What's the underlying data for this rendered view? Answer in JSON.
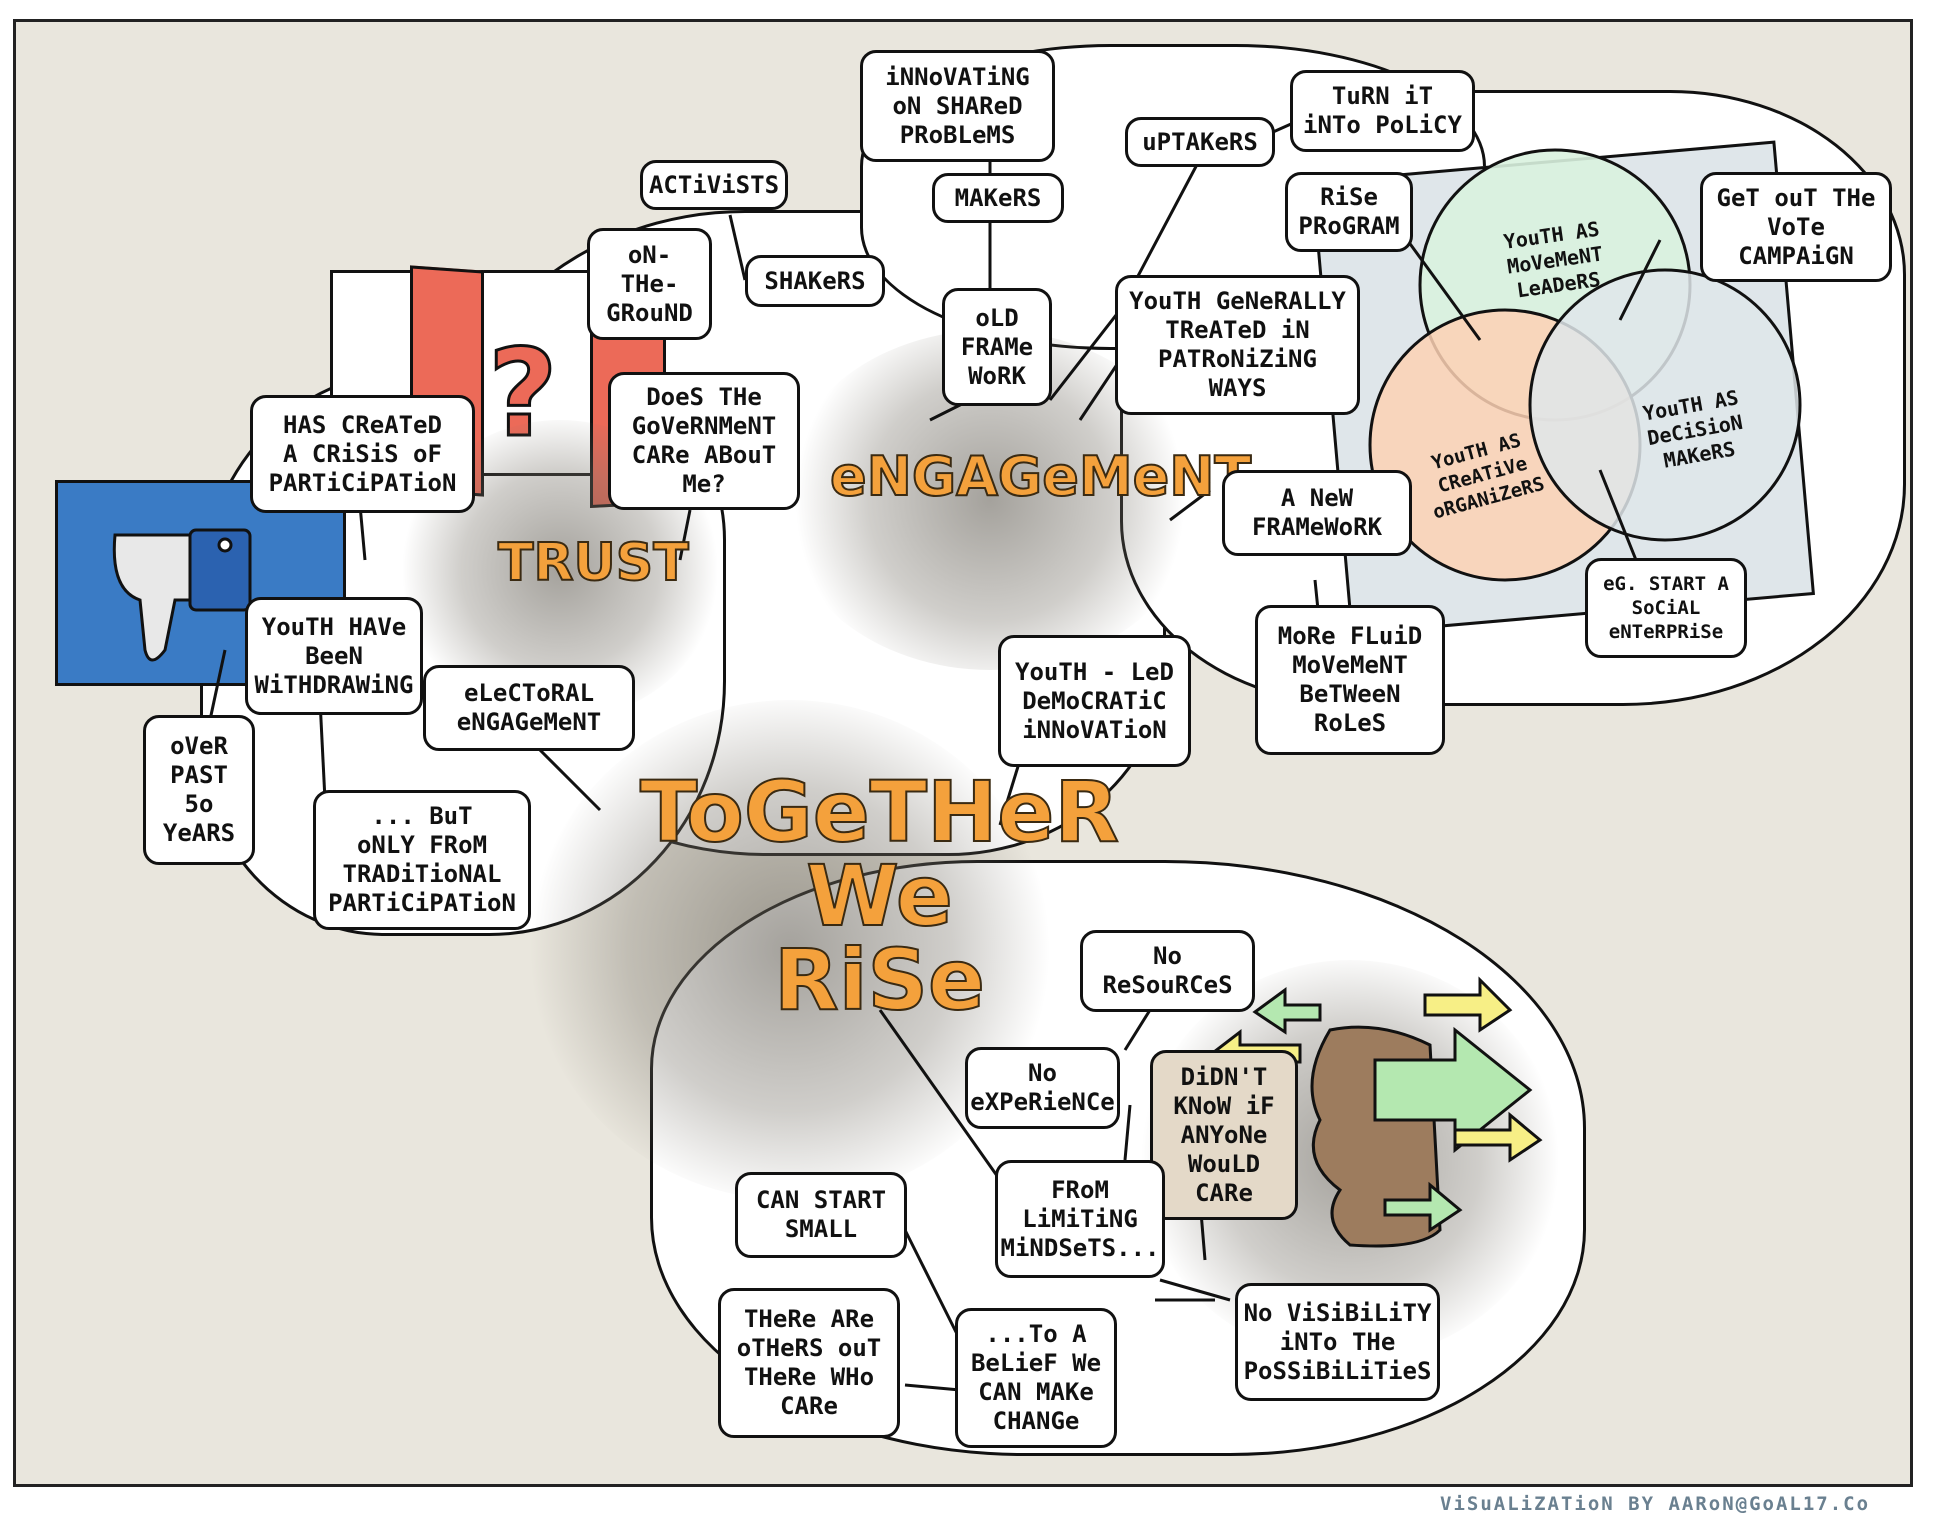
{
  "colors": {
    "background": "#e9e6dd",
    "title_fill": "#f4a13c",
    "flag_red": "#ec6a58",
    "thumbs_blue": "#3a7bc5",
    "venn_green": "#d9f2df",
    "venn_orange": "#fdd1b4",
    "venn_gray": "#dfe6ea",
    "arrow_yellow": "#f7ef86",
    "arrow_green": "#b4e8b0",
    "head_brown": "#9d7c5e"
  },
  "headings": {
    "trust": "TRUST",
    "engagement": "eNGAGeMeNT",
    "together": "ToGeTHeR\nWe\nRiSe"
  },
  "icons": {
    "question_mark": "?"
  },
  "bubbles": {
    "has_created_crisis": "HAS CReATeD\nA CRiSiS oF\nPARTiCiPATioN",
    "youth_withdrawing": "YouTH HAVe\nBeeN\nWiTHDRAWiNG",
    "over_past_50": "oVeR\nPAST\n5o\nYeARS",
    "but_only_traditional": "... BuT\noNLY FRoM\nTRADiTioNAL\nPARTiCiPATioN",
    "electoral_engagement": "eLeCToRAL\neNGAGeMeNT",
    "government_care": "DoeS THe\nGoVeRNMeNT\nCARe ABouT\nMe?",
    "on_the_ground": "oN-\nTHe-\nGRouND",
    "activists": "ACTiViSTS",
    "shakers": "SHAKeRS",
    "innovating": "iNNoVATiNG\noN SHAReD\nPRoBLeMS",
    "makers": "MAKeRS",
    "old_framework": "oLD\nFRAMe\nWoRK",
    "uptakers": "uPTAKeRS",
    "turn_into_policy": "TuRN iT\niNTo PoLiCY",
    "patronizing": "YouTH GeNeRALLY\nTReATeD iN\nPATRoNiZiNG\nWAYS",
    "new_framework": "A NeW\nFRAMeWoRK",
    "more_fluid": "MoRe FLuiD\nMoVeMeNT\nBeTWeeN\nRoLeS",
    "youth_led": "YouTH - LeD\nDeMoCRATiC\niNNoVATioN",
    "rise_program": "RiSe\nPRoGRAM",
    "get_out_vote": "GeT ouT THe\nVoTe\nCAMPAiGN",
    "start_social_enterprise": "eG. START A\nSoCiAL\neNTeRPRiSe",
    "no_resources": "No\nReSouRCeS",
    "no_experience": "No\neXPeRieNCe",
    "didnt_know": "DiDN'T\nKNoW iF\nANYoNe\nWouLD\nCARe",
    "from_limiting": "FRoM\nLiMiTiNG\nMiNDSeTS...",
    "can_start_small": "CAN START\nSMALL",
    "others_out_there": "THeRe ARe\noTHeRS ouT\nTHeRe WHo\nCARe",
    "belief_change": "...To A\nBeLieF We\nCAN MAKe\nCHANGe",
    "no_visibility": "No ViSiBiLiTY\niNTo THe\nPoSSiBiLiTieS"
  },
  "venn": {
    "movement_leaders": "YouTH AS\nMoVeMeNT\nLeADeRS",
    "creative_organizers": "YouTH AS\nCReATiVe\noRGANiZeRS",
    "decision_makers": "YouTH AS\nDeCiSioN\nMAKeRS"
  },
  "credit": "ViSuALiZATioN BY AARoN@GoAL17.Co"
}
